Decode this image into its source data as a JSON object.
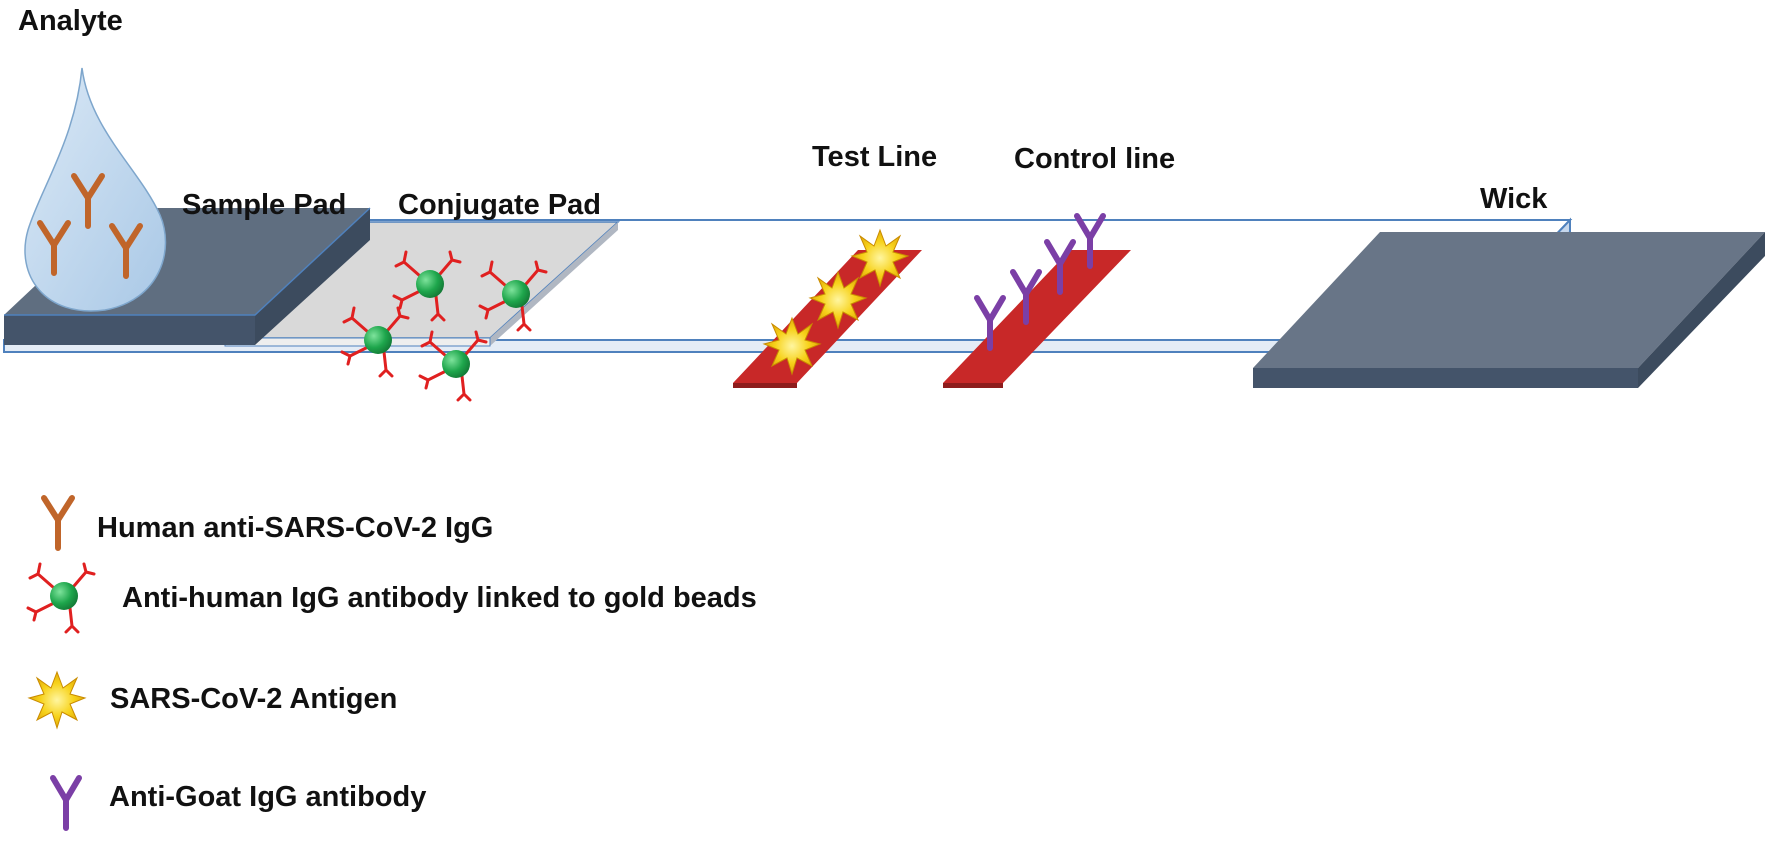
{
  "labels": {
    "analyte": "Analyte",
    "sample_pad": "Sample Pad",
    "conjugate_pad": "Conjugate Pad",
    "test_line": "Test Line",
    "control_line": "Control line",
    "wick": "Wick"
  },
  "legend": [
    {
      "label": "Human anti-SARS-CoV-2 IgG",
      "icon": "orange-antibody-icon"
    },
    {
      "label": "Anti-human IgG antibody linked to gold beads",
      "icon": "gold-bead-conjugate-icon"
    },
    {
      "label": "SARS-CoV-2 Antigen",
      "icon": "yellow-star-antigen-icon"
    },
    {
      "label": "Anti-Goat IgG antibody",
      "icon": "purple-antibody-icon"
    }
  ],
  "colors": {
    "human_igg": "#c0652a",
    "conjugate_antibody": "#e02020",
    "gold_bead": "#1ea64c",
    "antigen": "#f5c800",
    "goat_igg": "#7b3fa6",
    "pad_dark": "#5f6e80",
    "test_stripe": "#c82828",
    "strip_outline": "#4f81bd"
  }
}
